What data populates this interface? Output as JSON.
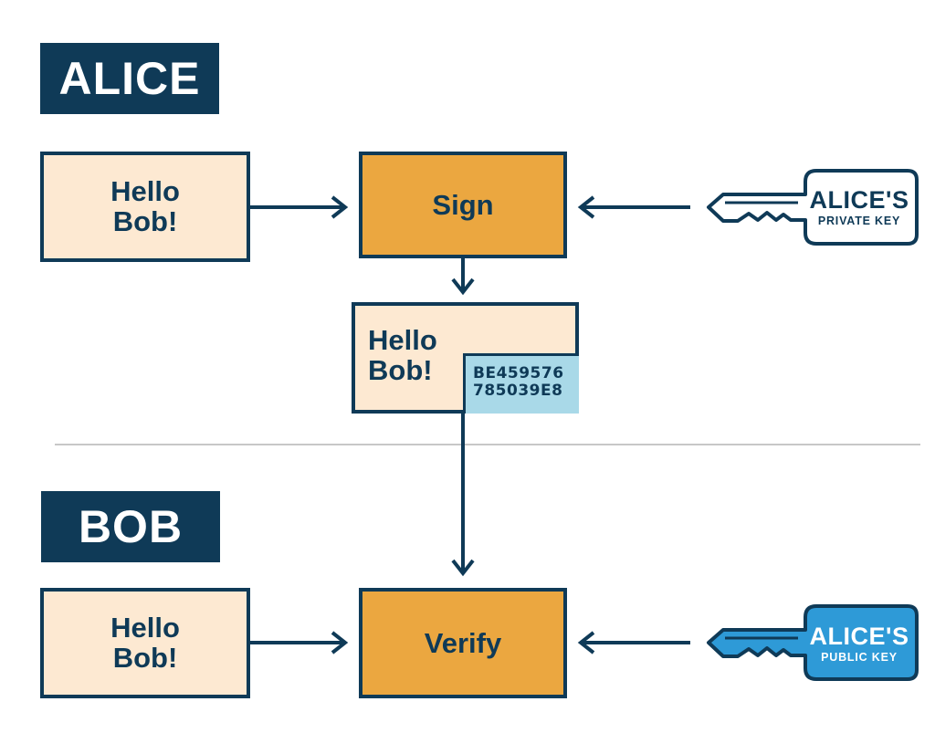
{
  "alice": {
    "heading": "ALICE",
    "message": [
      "Hello",
      "Bob!"
    ],
    "action": "Sign",
    "key": {
      "name": "ALICE'S",
      "type": "PRIVATE KEY",
      "color": "#ffffff",
      "icon": "key-icon"
    }
  },
  "signed_message": {
    "text": [
      "Hello",
      "Bob!"
    ],
    "signature": [
      "BE459576",
      "785039E8"
    ]
  },
  "bob": {
    "heading": "BOB",
    "message": [
      "Hello",
      "Bob!"
    ],
    "action": "Verify",
    "key": {
      "name": "ALICE'S",
      "type": "PUBLIC KEY",
      "color": "#2e9ad7",
      "icon": "key-icon"
    }
  },
  "colors": {
    "navy": "#0f3a57",
    "message_fill": "#fde9d2",
    "action_fill": "#eba740",
    "signature_fill": "#a9d9e8",
    "public_key_fill": "#2e9ad7"
  }
}
